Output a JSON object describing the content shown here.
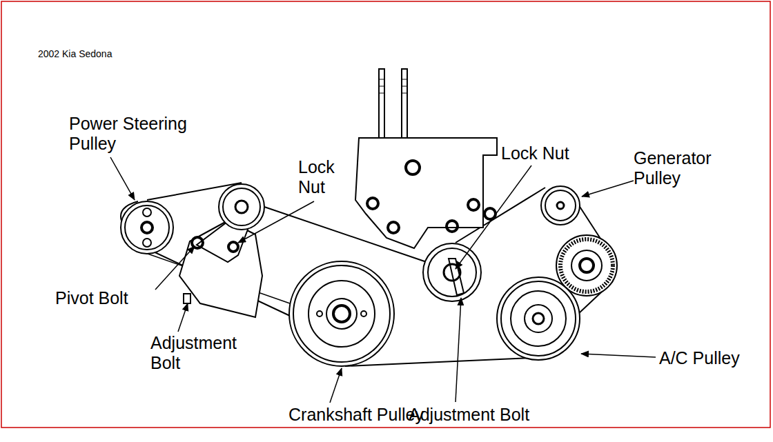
{
  "diagram": {
    "title": "2002 Kia Sedona",
    "labels": [
      "Power Steering Pulley",
      "Lock Nut",
      "Pivot Bolt",
      "Adjustment Bolt",
      "Crankshaft Pulley",
      "Lock Nut",
      "Generator Pulley",
      "A/C Pulley",
      "Adjustment Bolt"
    ]
  }
}
